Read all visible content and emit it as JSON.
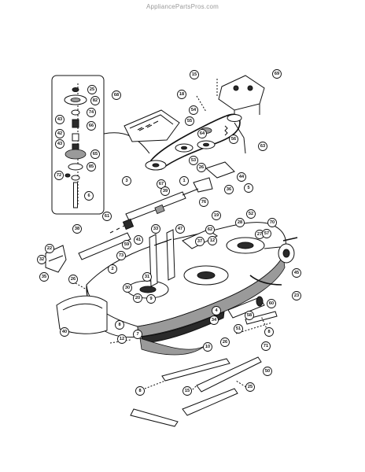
{
  "watermark": "AppliancePartsPros.com",
  "callouts": [
    {
      "label": "15"
    },
    {
      "label": "69"
    },
    {
      "label": "18"
    },
    {
      "label": "68"
    },
    {
      "label": "54"
    },
    {
      "label": "55"
    },
    {
      "label": "56"
    },
    {
      "label": "64"
    },
    {
      "label": "63"
    },
    {
      "label": "53"
    },
    {
      "label": "26"
    },
    {
      "label": "44"
    },
    {
      "label": "3"
    },
    {
      "label": "67"
    },
    {
      "label": "1"
    },
    {
      "label": "5"
    },
    {
      "label": "36"
    },
    {
      "label": "39"
    },
    {
      "label": "76"
    },
    {
      "label": "52"
    },
    {
      "label": "19"
    },
    {
      "label": "62"
    },
    {
      "label": "28"
    },
    {
      "label": "70"
    },
    {
      "label": "27"
    },
    {
      "label": "61"
    },
    {
      "label": "38"
    },
    {
      "label": "33"
    },
    {
      "label": "47"
    },
    {
      "label": "57"
    },
    {
      "label": "41"
    },
    {
      "label": "37"
    },
    {
      "label": "12"
    },
    {
      "label": "22"
    },
    {
      "label": "59"
    },
    {
      "label": "73"
    },
    {
      "label": "32"
    },
    {
      "label": "45"
    },
    {
      "label": "2"
    },
    {
      "label": "31"
    },
    {
      "label": "35"
    },
    {
      "label": "26"
    },
    {
      "label": "30"
    },
    {
      "label": "20"
    },
    {
      "label": "23"
    },
    {
      "label": "60"
    },
    {
      "label": "8"
    },
    {
      "label": "9"
    },
    {
      "label": "4"
    },
    {
      "label": "34"
    },
    {
      "label": "58"
    },
    {
      "label": "51"
    },
    {
      "label": "40"
    },
    {
      "label": "26"
    },
    {
      "label": "8"
    },
    {
      "label": "10"
    },
    {
      "label": "71"
    },
    {
      "label": "12"
    },
    {
      "label": "7"
    },
    {
      "label": "8"
    },
    {
      "label": "50"
    },
    {
      "label": "15"
    },
    {
      "label": "25"
    },
    {
      "label": "25"
    },
    {
      "label": "82"
    },
    {
      "label": "74"
    },
    {
      "label": "43"
    },
    {
      "label": "66"
    },
    {
      "label": "42"
    },
    {
      "label": "43"
    },
    {
      "label": "65"
    },
    {
      "label": "85"
    },
    {
      "label": "72"
    },
    {
      "label": "6"
    }
  ]
}
